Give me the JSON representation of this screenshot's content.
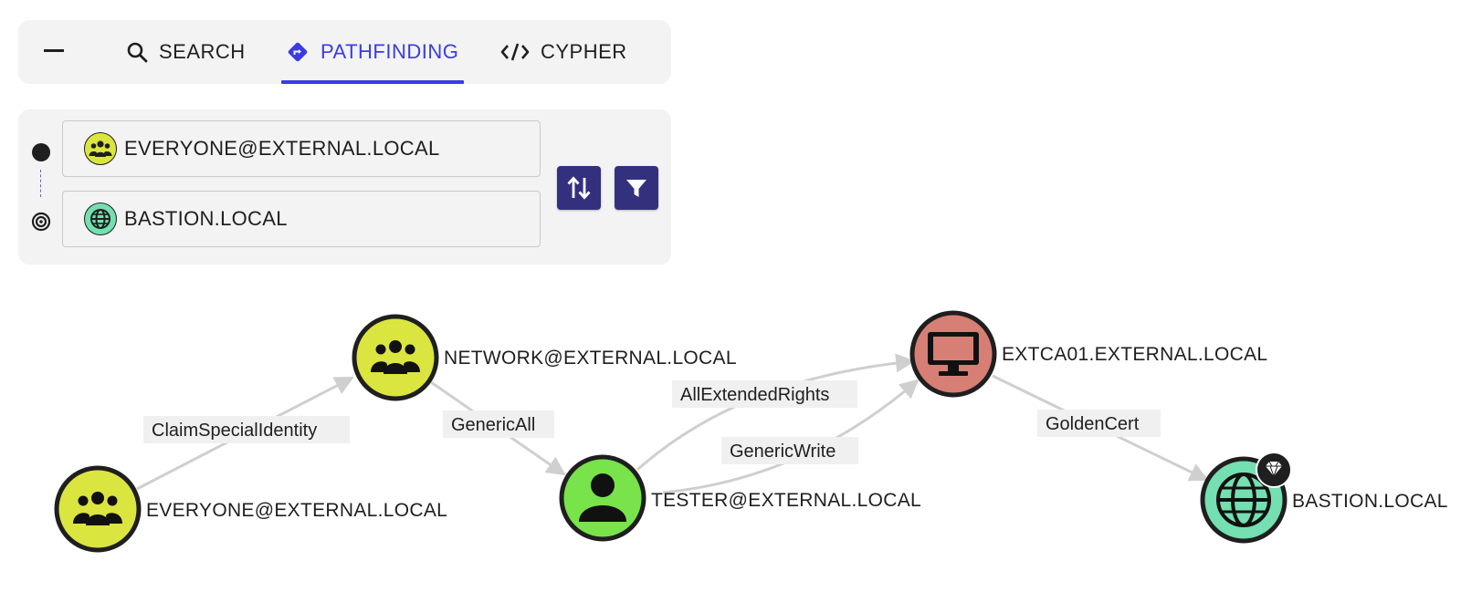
{
  "tabs": {
    "search": "SEARCH",
    "pathfinding": "PATHFINDING",
    "cypher": "CYPHER"
  },
  "pathfinding": {
    "start_value": "EVERYONE@EXTERNAL.LOCAL",
    "target_value": "BASTION.LOCAL"
  },
  "graph": {
    "nodes": {
      "everyone": "EVERYONE@EXTERNAL.LOCAL",
      "network": "NETWORK@EXTERNAL.LOCAL",
      "tester": "TESTER@EXTERNAL.LOCAL",
      "extca01": "EXTCA01.EXTERNAL.LOCAL",
      "bastion": "BASTION.LOCAL"
    },
    "edges": {
      "claim_special_identity": "ClaimSpecialIdentity",
      "generic_all": "GenericAll",
      "all_extended_rights": "AllExtendedRights",
      "generic_write": "GenericWrite",
      "golden_cert": "GoldenCert"
    }
  },
  "colors": {
    "accent": "#3b3be6",
    "button": "#33317e",
    "group_node": "#dbe53f",
    "user_node": "#78e34a",
    "computer_node": "#d77f74",
    "domain_node": "#74dfb0"
  }
}
